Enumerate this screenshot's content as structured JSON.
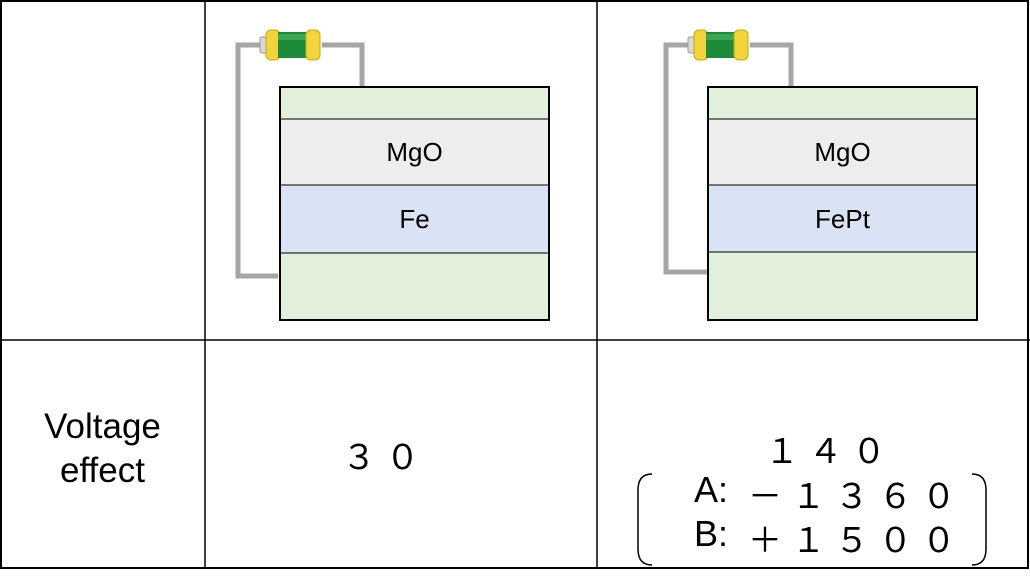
{
  "row_header": {
    "line1": "Voltage",
    "line2": "effect"
  },
  "left_device": {
    "layers": [
      "",
      "MgO",
      "Fe",
      ""
    ],
    "value": "３ ０"
  },
  "right_device": {
    "layers": [
      "",
      "MgO",
      "FePt",
      ""
    ],
    "value": "１ ４ ０",
    "detail_a_label": "A:",
    "detail_a_value": "－ １ ３ ６ ０",
    "detail_b_label": "B:",
    "detail_b_value": "＋ １ ５ ０ ０"
  },
  "colors": {
    "top_layer": "#e2efda",
    "mgo_layer": "#ededed",
    "metal_layer": "#dae3f3",
    "bottom_layer": "#e2efda",
    "wire": "#a6a6a6",
    "battery_body": "#1e8b3a",
    "battery_cap": "#f2d53c"
  }
}
